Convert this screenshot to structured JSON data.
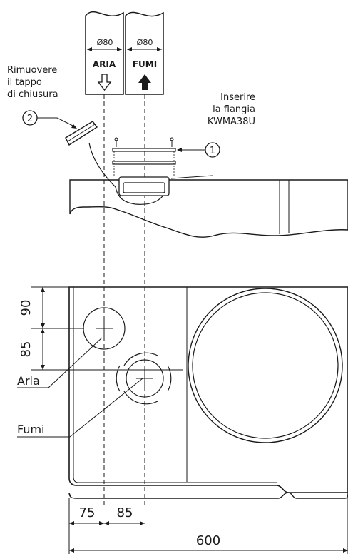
{
  "pipes": {
    "air": {
      "diameter": "Ø80",
      "label": "ARIA"
    },
    "flue": {
      "diameter": "Ø80",
      "label": "FUMI"
    }
  },
  "notes": {
    "remove_cap": [
      "Rimuovere",
      "il tappo",
      "di chiusura"
    ],
    "insert_flange": [
      "Inserire",
      "la flangia",
      "KWMA38U"
    ]
  },
  "callouts": {
    "one": "1",
    "two": "2"
  },
  "dimensions": {
    "v_top": "90",
    "v_bottom": "85",
    "h_left": "75",
    "h_mid": "85",
    "h_total": "600"
  },
  "outlet_labels": {
    "air": "Aria",
    "flue": "Fumi"
  }
}
